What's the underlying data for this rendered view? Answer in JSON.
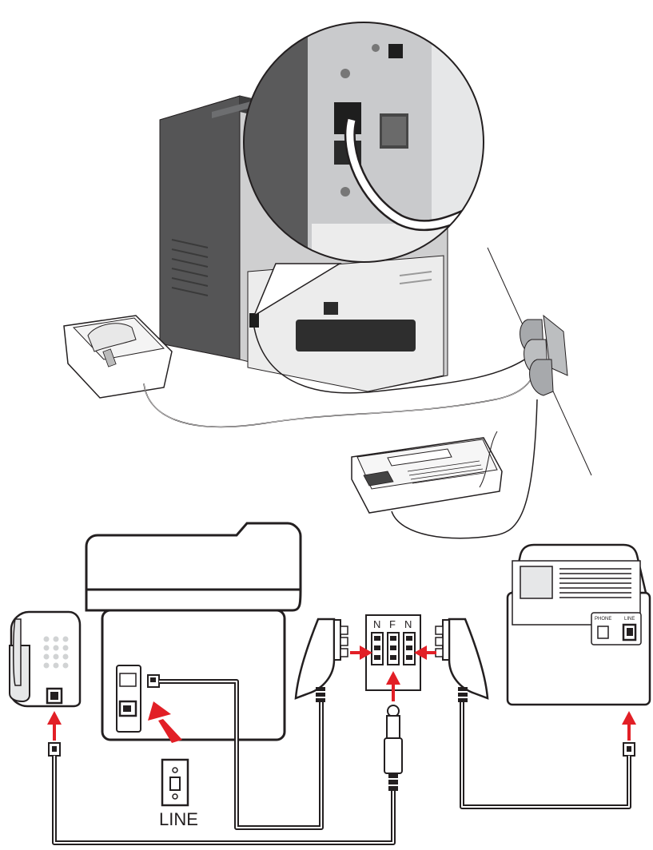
{
  "labels": {
    "line_label": "LINE",
    "splitter_letters": [
      "N",
      "F",
      "N"
    ],
    "answering_machine_phone_port": "PHONE",
    "answering_machine_line_port": "LINE"
  },
  "colors": {
    "arrow": "#e21f26",
    "outline": "#231f20",
    "printer_dark": "#4a4a4a",
    "printer_panel": "#d9dadc",
    "device_fill": "#f1f2f2",
    "screen_fill": "#e6e7e8"
  },
  "icons": [
    "telephone-icon",
    "printer-icon",
    "wall-socket-icon",
    "tae-plug-icon",
    "splitter-icon",
    "answering-machine-icon",
    "arrow-icon"
  ]
}
